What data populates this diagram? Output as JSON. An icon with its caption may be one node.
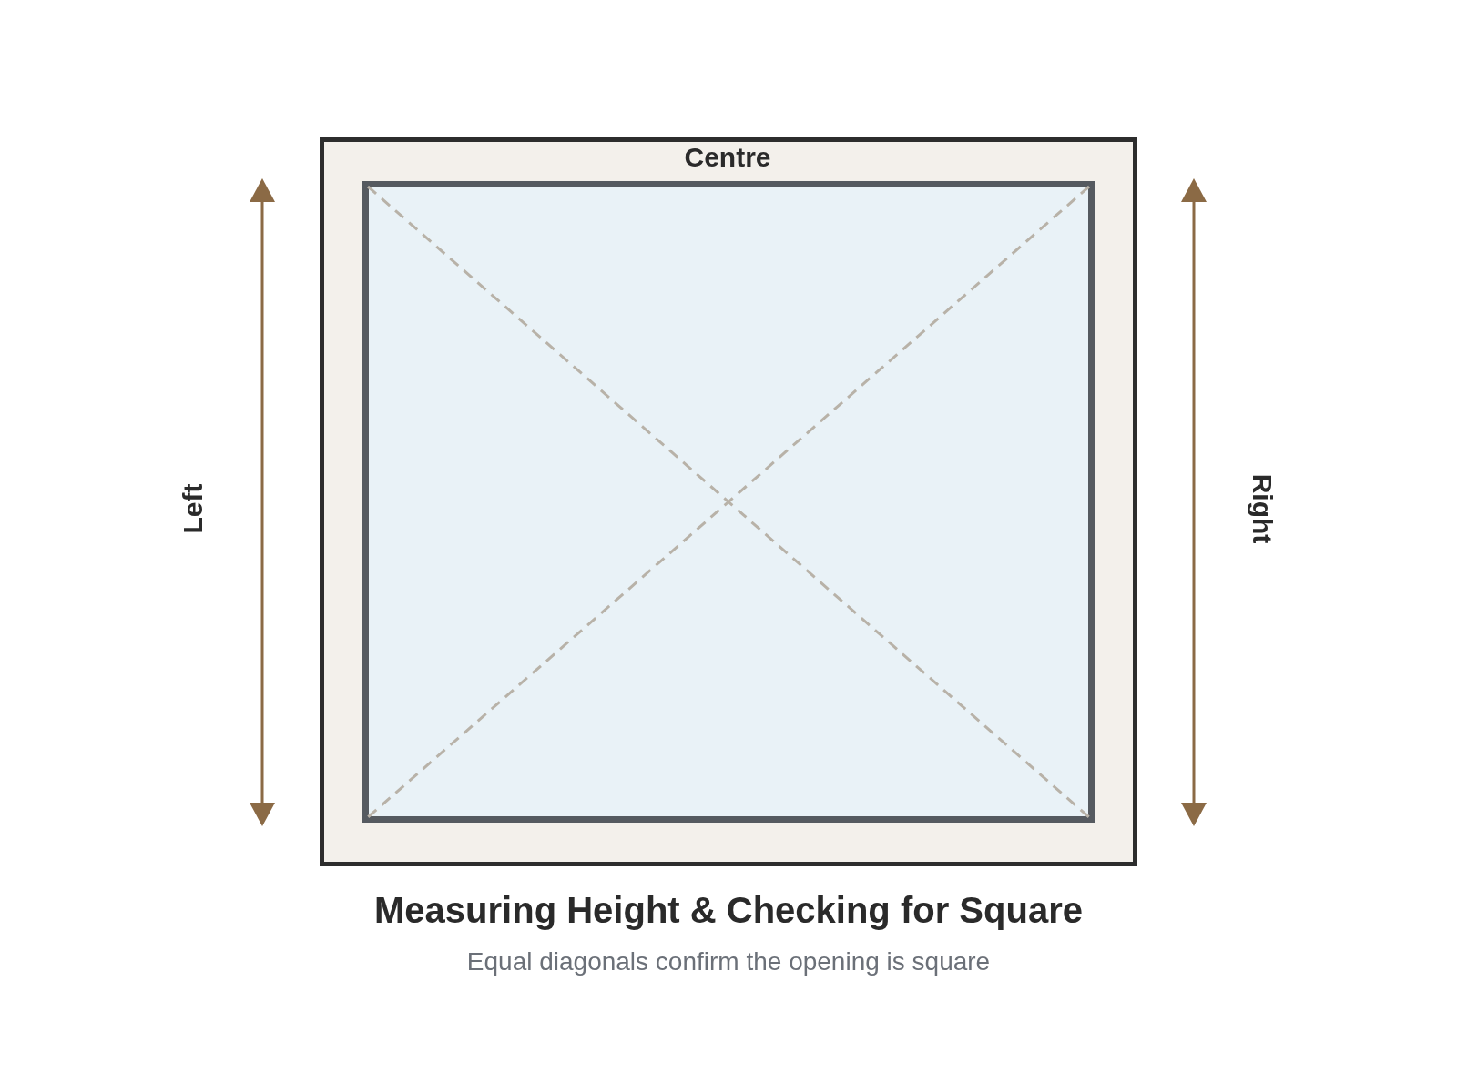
{
  "diagram": {
    "title": "Measuring Height & Checking for Square",
    "caption": "Equal diagonals confirm the opening is square",
    "labels": [
      "Centre",
      "Left",
      "Right"
    ]
  }
}
